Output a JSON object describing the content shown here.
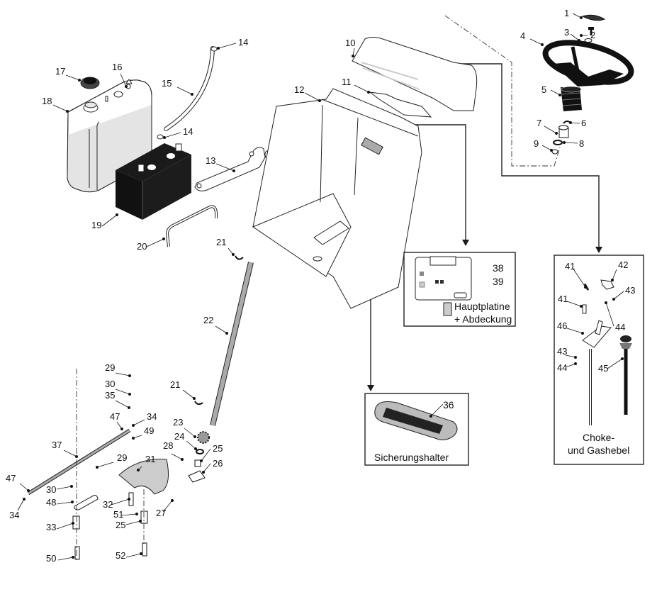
{
  "title": "Exploded parts diagram – dashboard, steering and controls",
  "boxes": {
    "mainboard": {
      "part_numbers": [
        "38",
        "39"
      ],
      "caption_line1": "Hauptplatine",
      "caption_line2": "+ Abdeckung"
    },
    "fuse_holder": {
      "part_number": "36",
      "caption": "Sicherungshalter"
    },
    "choke": {
      "caption_line1": "Choke-",
      "caption_line2": "und Gashebel"
    }
  },
  "labels": {
    "p1": "1",
    "p2": "2",
    "p3": "3",
    "p4": "4",
    "p5": "5",
    "p6": "6",
    "p7": "7",
    "p8": "8",
    "p9": "9",
    "p10": "10",
    "p11": "11",
    "p12": "12",
    "p13": "13",
    "p14a": "14",
    "p14b": "14",
    "p15": "15",
    "p16": "16",
    "p17": "17",
    "p18": "18",
    "p19": "19",
    "p20": "20",
    "p21a": "21",
    "p21b": "21",
    "p22": "22",
    "p23": "23",
    "p24": "24",
    "p25a": "25",
    "p25b": "25",
    "p26": "26",
    "p27": "27",
    "p28": "28",
    "p29a": "29",
    "p29b": "29",
    "p30a": "30",
    "p30b": "30",
    "p31": "31",
    "p32": "32",
    "p33": "33",
    "p34a": "34",
    "p34b": "34",
    "p35": "35",
    "p37": "37",
    "p41a": "41",
    "p41b": "41",
    "p42": "42",
    "p43a": "43",
    "p43b": "43",
    "p44a": "44",
    "p44b": "44",
    "p45": "45",
    "p46": "46",
    "p47a": "47",
    "p47b": "47",
    "p48": "48",
    "p49": "49",
    "p50": "50",
    "p51": "51",
    "p52": "52"
  }
}
